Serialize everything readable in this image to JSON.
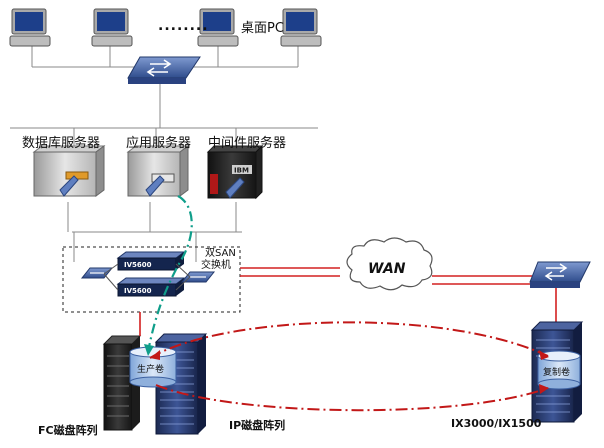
{
  "desktops": {
    "label": "桌面PC",
    "ellipsis": "........"
  },
  "servers": [
    {
      "name": "数据库服务器"
    },
    {
      "name": "应用服务器"
    },
    {
      "name": "中间件服务器",
      "brand": "IBM"
    }
  ],
  "san": {
    "label_line1": "双SAN",
    "label_line2": "交换机",
    "switch_model": "IV5600"
  },
  "wan": {
    "label": "WAN"
  },
  "storage": {
    "fc_array": "FC磁盘阵列",
    "ip_array": "IP磁盘阵列",
    "remote_array": "IX3000/IX1500",
    "production_volume": "生产卷",
    "replica_volume": "复制卷"
  },
  "colors": {
    "dash_red": "#c21818",
    "link_red": "#d42020",
    "dash_teal": "#0f9e8a",
    "switch_blue": "#3d5fa0",
    "line_gray": "#8a8a8a"
  }
}
